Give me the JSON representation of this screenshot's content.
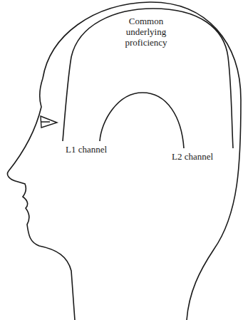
{
  "diagram": {
    "nodes": [
      {
        "text": [
          "Common underlying proficiency"
        ]
      }
    ],
    "labels": [
      "L1 channel",
      "L2 channel"
    ]
  }
}
